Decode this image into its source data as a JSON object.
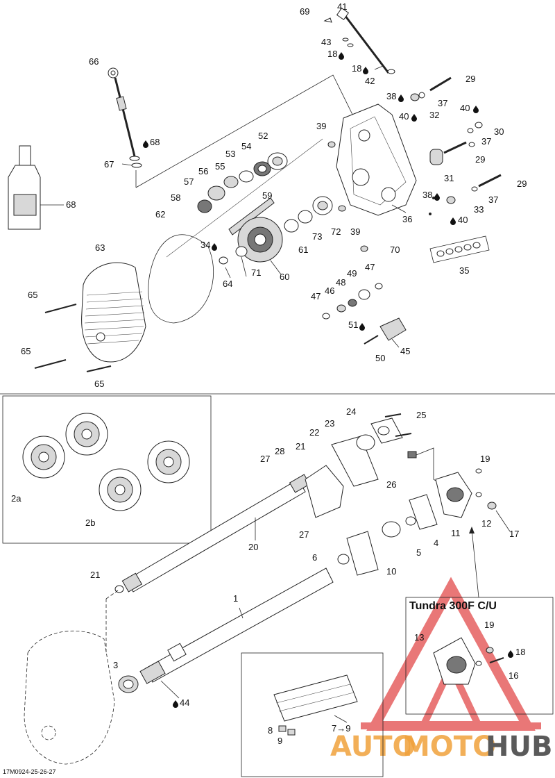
{
  "caption": "17M0924-25-26-27",
  "inset_title": "Tundra 300F C/U",
  "watermark": {
    "part1": "AUTO",
    "part2": "MOTO",
    "part3": "HUB",
    "color_red": "#e24a4a",
    "color_orange": "#f0a23c",
    "color_gray": "#5a5a5a"
  },
  "drop_icon": "oil-drop-icon",
  "callouts": [
    {
      "id": "c69",
      "text": "69"
    },
    {
      "id": "c41",
      "text": "41"
    },
    {
      "id": "c43",
      "text": "43"
    },
    {
      "id": "c18a",
      "text": "18"
    },
    {
      "id": "c18b",
      "text": "18"
    },
    {
      "id": "c42",
      "text": "42"
    },
    {
      "id": "c29a",
      "text": "29"
    },
    {
      "id": "c38a",
      "text": "38"
    },
    {
      "id": "c37a",
      "text": "37"
    },
    {
      "id": "c32",
      "text": "32"
    },
    {
      "id": "c40a",
      "text": "40"
    },
    {
      "id": "c40b",
      "text": "40"
    },
    {
      "id": "c30",
      "text": "30"
    },
    {
      "id": "c37b",
      "text": "37"
    },
    {
      "id": "c29b",
      "text": "29"
    },
    {
      "id": "c31",
      "text": "31"
    },
    {
      "id": "c29c",
      "text": "29"
    },
    {
      "id": "c37c",
      "text": "37"
    },
    {
      "id": "c38b",
      "text": "38"
    },
    {
      "id": "c33",
      "text": "33"
    },
    {
      "id": "c40c",
      "text": "40"
    },
    {
      "id": "c66",
      "text": "66"
    },
    {
      "id": "c68a",
      "text": "68"
    },
    {
      "id": "c67",
      "text": "67"
    },
    {
      "id": "c39a",
      "text": "39"
    },
    {
      "id": "c52",
      "text": "52"
    },
    {
      "id": "c54",
      "text": "54"
    },
    {
      "id": "c53",
      "text": "53"
    },
    {
      "id": "c55",
      "text": "55"
    },
    {
      "id": "c56",
      "text": "56"
    },
    {
      "id": "c57",
      "text": "57"
    },
    {
      "id": "c58",
      "text": "58"
    },
    {
      "id": "c59",
      "text": "59"
    },
    {
      "id": "c68b",
      "text": "68"
    },
    {
      "id": "c62",
      "text": "62"
    },
    {
      "id": "c63",
      "text": "63"
    },
    {
      "id": "c34",
      "text": "34"
    },
    {
      "id": "c64",
      "text": "64"
    },
    {
      "id": "c71",
      "text": "71"
    },
    {
      "id": "c60",
      "text": "60"
    },
    {
      "id": "c61",
      "text": "61"
    },
    {
      "id": "c73",
      "text": "73"
    },
    {
      "id": "c72",
      "text": "72"
    },
    {
      "id": "c39b",
      "text": "39"
    },
    {
      "id": "c36",
      "text": "36"
    },
    {
      "id": "c70",
      "text": "70"
    },
    {
      "id": "c35",
      "text": "35"
    },
    {
      "id": "c65a",
      "text": "65"
    },
    {
      "id": "c65b",
      "text": "65"
    },
    {
      "id": "c65c",
      "text": "65"
    },
    {
      "id": "c47a",
      "text": "47"
    },
    {
      "id": "c49",
      "text": "49"
    },
    {
      "id": "c48",
      "text": "48"
    },
    {
      "id": "c46",
      "text": "46"
    },
    {
      "id": "c47b",
      "text": "47"
    },
    {
      "id": "c51",
      "text": "51"
    },
    {
      "id": "c45",
      "text": "45"
    },
    {
      "id": "c50",
      "text": "50"
    },
    {
      "id": "c2a",
      "text": "2a"
    },
    {
      "id": "c2b",
      "text": "2b"
    },
    {
      "id": "c24",
      "text": "24"
    },
    {
      "id": "c25",
      "text": "25"
    },
    {
      "id": "c23",
      "text": "23"
    },
    {
      "id": "c22",
      "text": "22"
    },
    {
      "id": "c28",
      "text": "28"
    },
    {
      "id": "c21a",
      "text": "21"
    },
    {
      "id": "c27a",
      "text": "27"
    },
    {
      "id": "c26",
      "text": "26"
    },
    {
      "id": "c19a",
      "text": "19"
    },
    {
      "id": "c27b",
      "text": "27"
    },
    {
      "id": "c20",
      "text": "20"
    },
    {
      "id": "c12",
      "text": "12"
    },
    {
      "id": "c17",
      "text": "17"
    },
    {
      "id": "c11",
      "text": "11"
    },
    {
      "id": "c4",
      "text": "4"
    },
    {
      "id": "c5",
      "text": "5"
    },
    {
      "id": "c6",
      "text": "6"
    },
    {
      "id": "c10",
      "text": "10"
    },
    {
      "id": "c21b",
      "text": "21"
    },
    {
      "id": "c1",
      "text": "1"
    },
    {
      "id": "c13",
      "text": "13"
    },
    {
      "id": "c19b",
      "text": "19"
    },
    {
      "id": "c18c",
      "text": "18"
    },
    {
      "id": "c16",
      "text": "16"
    },
    {
      "id": "c3",
      "text": "3"
    },
    {
      "id": "c44",
      "text": "44"
    },
    {
      "id": "c8",
      "text": "8"
    },
    {
      "id": "c9",
      "text": "9"
    },
    {
      "id": "c79",
      "text": "7→9"
    }
  ]
}
